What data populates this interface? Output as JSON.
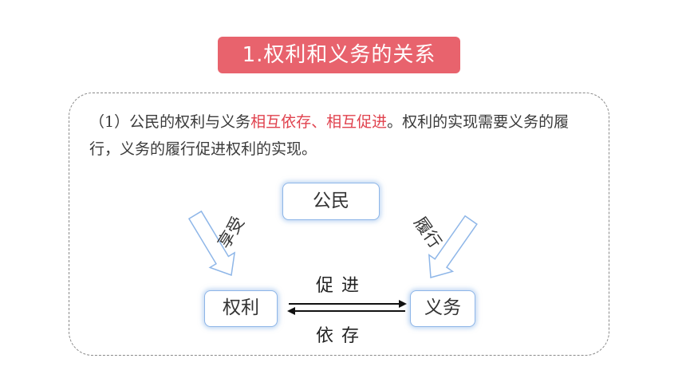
{
  "title": "1.权利和义务的关系",
  "paragraph": {
    "prefix": "（1）公民的权利与义务",
    "highlight": "相互依存、相互促进",
    "suffix": "。权利的实现需要义务的履行，义务的履行促进权利的实现。"
  },
  "diagram": {
    "top_node": "公民",
    "left_node": "权利",
    "right_node": "义务",
    "left_arrow_label": "享受",
    "right_arrow_label": "履行",
    "center_top_label": "促进",
    "center_bottom_label": "依存"
  },
  "colors": {
    "title_bg": "#e8636d",
    "highlight_text": "#e0424e",
    "node_border": "#8eb6e8"
  }
}
